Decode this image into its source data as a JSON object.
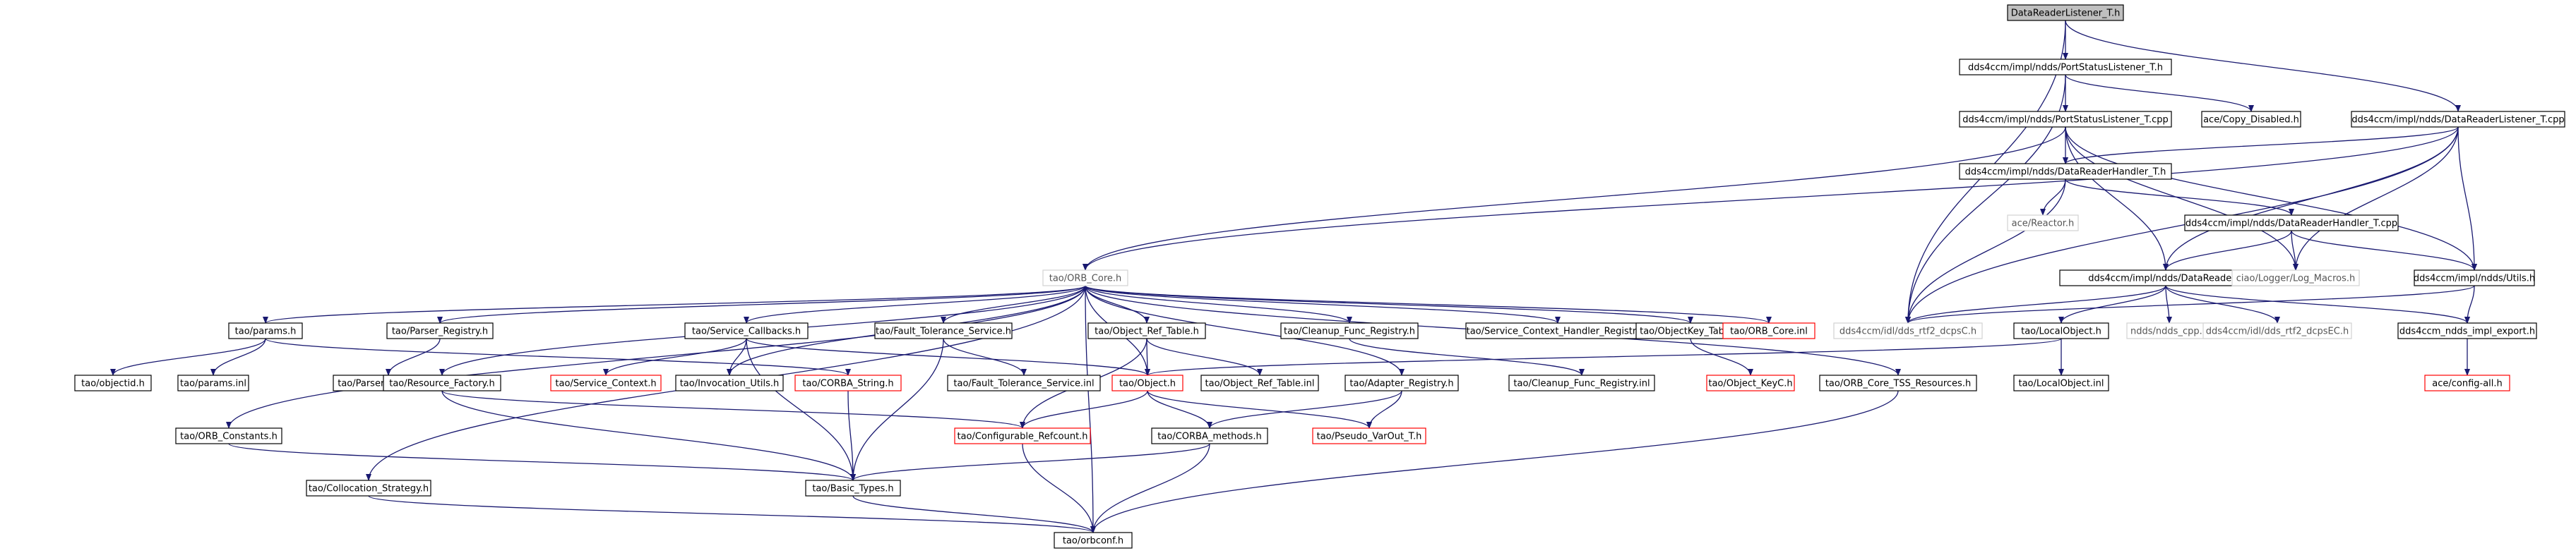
{
  "colors": {
    "edge": "#191970",
    "node_border": "#000000",
    "root_fill": "#bfbfbf",
    "undocumented_border": "#ff0000",
    "external_border": "#d3d3d3",
    "external_text": "#555555"
  },
  "nodes": [
    {
      "id": "n0",
      "label": "DataReaderListener_T.h",
      "kind": "root"
    },
    {
      "id": "n1",
      "label": "dds4ccm/impl/ndds/PortStatusListener_T.h",
      "kind": "normal"
    },
    {
      "id": "n2",
      "label": "dds4ccm/impl/ndds/DataReaderListener_T.cpp",
      "kind": "normal"
    },
    {
      "id": "n3",
      "label": "dds4ccm/impl/ndds/PortStatusListener_T.cpp",
      "kind": "normal"
    },
    {
      "id": "n4",
      "label": "ace/Copy_Disabled.h",
      "kind": "normal"
    },
    {
      "id": "n5",
      "label": "dds4ccm/impl/ndds/DataReaderHandler_T.h",
      "kind": "normal"
    },
    {
      "id": "n6",
      "label": "tao/ORB_Core.h",
      "kind": "external"
    },
    {
      "id": "n7",
      "label": "ace/Reactor.h",
      "kind": "external"
    },
    {
      "id": "n8",
      "label": "dds4ccm/impl/ndds/DataReaderHandler_T.cpp",
      "kind": "normal"
    },
    {
      "id": "n9",
      "label": "dds4ccm/impl/ndds/DataReader.h",
      "kind": "normal"
    },
    {
      "id": "n10",
      "label": "ciao/Logger/Log_Macros.h",
      "kind": "external"
    },
    {
      "id": "n11",
      "label": "dds4ccm/impl/ndds/Utils.h",
      "kind": "normal"
    },
    {
      "id": "n12",
      "label": "dds4ccm/idl/dds_rtf2_dcpsC.h",
      "kind": "external"
    },
    {
      "id": "n13",
      "label": "tao/LocalObject.h",
      "kind": "normal"
    },
    {
      "id": "n14",
      "label": "ndds/ndds_cpp.h",
      "kind": "external"
    },
    {
      "id": "n15",
      "label": "dds4ccm/idl/dds_rtf2_dcpsEC.h",
      "kind": "external"
    },
    {
      "id": "n16",
      "label": "dds4ccm_ndds_impl_export.h",
      "kind": "normal"
    },
    {
      "id": "n17",
      "label": "tao/LocalObject.inl",
      "kind": "normal"
    },
    {
      "id": "n18",
      "label": "ace/config-all.h",
      "kind": "red"
    },
    {
      "id": "n19",
      "label": "tao/params.h",
      "kind": "normal"
    },
    {
      "id": "n20",
      "label": "tao/Parser_Registry.h",
      "kind": "normal"
    },
    {
      "id": "n21",
      "label": "tao/Service_Callbacks.h",
      "kind": "normal"
    },
    {
      "id": "n22",
      "label": "tao/Fault_Tolerance_Service.h",
      "kind": "normal"
    },
    {
      "id": "n23",
      "label": "tao/Object_Ref_Table.h",
      "kind": "normal"
    },
    {
      "id": "n24",
      "label": "tao/Cleanup_Func_Registry.h",
      "kind": "normal"
    },
    {
      "id": "n25",
      "label": "tao/Service_Context_Handler_Registry.h",
      "kind": "normal"
    },
    {
      "id": "n26",
      "label": "tao/ObjectKey_Table.h",
      "kind": "normal"
    },
    {
      "id": "n27",
      "label": "tao/ORB_Core.inl",
      "kind": "red"
    },
    {
      "id": "n28",
      "label": "tao/objectid.h",
      "kind": "normal"
    },
    {
      "id": "n29",
      "label": "tao/params.inl",
      "kind": "normal"
    },
    {
      "id": "n30",
      "label": "tao/Parser_Registry.inl",
      "kind": "normal"
    },
    {
      "id": "n31",
      "label": "tao/Resource_Factory.h",
      "kind": "normal"
    },
    {
      "id": "n32",
      "label": "tao/Service_Context.h",
      "kind": "red"
    },
    {
      "id": "n33",
      "label": "tao/Invocation_Utils.h",
      "kind": "normal"
    },
    {
      "id": "n34",
      "label": "tao/CORBA_String.h",
      "kind": "red"
    },
    {
      "id": "n35",
      "label": "tao/Fault_Tolerance_Service.inl",
      "kind": "normal"
    },
    {
      "id": "n36",
      "label": "tao/Object.h",
      "kind": "red"
    },
    {
      "id": "n37",
      "label": "tao/Object_Ref_Table.inl",
      "kind": "normal"
    },
    {
      "id": "n38",
      "label": "tao/Adapter_Registry.h",
      "kind": "normal"
    },
    {
      "id": "n39",
      "label": "tao/Cleanup_Func_Registry.inl",
      "kind": "normal"
    },
    {
      "id": "n40",
      "label": "tao/Object_KeyC.h",
      "kind": "red"
    },
    {
      "id": "n41",
      "label": "tao/ORB_Core_TSS_Resources.h",
      "kind": "normal"
    },
    {
      "id": "n42",
      "label": "tao/ORB_Constants.h",
      "kind": "normal"
    },
    {
      "id": "n43",
      "label": "tao/Configurable_Refcount.h",
      "kind": "red"
    },
    {
      "id": "n44",
      "label": "tao/CORBA_methods.h",
      "kind": "normal"
    },
    {
      "id": "n45",
      "label": "tao/Pseudo_VarOut_T.h",
      "kind": "red"
    },
    {
      "id": "n46",
      "label": "tao/Collocation_Strategy.h",
      "kind": "normal"
    },
    {
      "id": "n47",
      "label": "tao/Basic_Types.h",
      "kind": "normal"
    },
    {
      "id": "n48",
      "label": "tao/orbconf.h",
      "kind": "normal"
    }
  ],
  "edges": [
    [
      "n0",
      "n1"
    ],
    [
      "n0",
      "n2"
    ],
    [
      "n0",
      "n12"
    ],
    [
      "n1",
      "n3"
    ],
    [
      "n1",
      "n4"
    ],
    [
      "n1",
      "n12"
    ],
    [
      "n2",
      "n5"
    ],
    [
      "n2",
      "n9"
    ],
    [
      "n2",
      "n10"
    ],
    [
      "n2",
      "n11"
    ],
    [
      "n2",
      "n12"
    ],
    [
      "n2",
      "n6"
    ],
    [
      "n3",
      "n6"
    ],
    [
      "n3",
      "n5"
    ],
    [
      "n3",
      "n9"
    ],
    [
      "n3",
      "n10"
    ],
    [
      "n3",
      "n11"
    ],
    [
      "n5",
      "n7"
    ],
    [
      "n5",
      "n8"
    ],
    [
      "n5",
      "n12"
    ],
    [
      "n8",
      "n9"
    ],
    [
      "n8",
      "n10"
    ],
    [
      "n8",
      "n11"
    ],
    [
      "n9",
      "n12"
    ],
    [
      "n9",
      "n13"
    ],
    [
      "n9",
      "n14"
    ],
    [
      "n9",
      "n15"
    ],
    [
      "n9",
      "n16"
    ],
    [
      "n11",
      "n12"
    ],
    [
      "n11",
      "n16"
    ],
    [
      "n13",
      "n17"
    ],
    [
      "n13",
      "n36"
    ],
    [
      "n16",
      "n18"
    ],
    [
      "n6",
      "n19"
    ],
    [
      "n6",
      "n20"
    ],
    [
      "n6",
      "n21"
    ],
    [
      "n6",
      "n22"
    ],
    [
      "n6",
      "n23"
    ],
    [
      "n6",
      "n24"
    ],
    [
      "n6",
      "n25"
    ],
    [
      "n6",
      "n26"
    ],
    [
      "n6",
      "n27"
    ],
    [
      "n6",
      "n31"
    ],
    [
      "n6",
      "n33"
    ],
    [
      "n6",
      "n36"
    ],
    [
      "n6",
      "n38"
    ],
    [
      "n6",
      "n41"
    ],
    [
      "n6",
      "n42"
    ],
    [
      "n6",
      "n46"
    ],
    [
      "n6",
      "n48"
    ],
    [
      "n19",
      "n28"
    ],
    [
      "n19",
      "n29"
    ],
    [
      "n19",
      "n34"
    ],
    [
      "n20",
      "n30"
    ],
    [
      "n21",
      "n32"
    ],
    [
      "n21",
      "n33"
    ],
    [
      "n21",
      "n36"
    ],
    [
      "n21",
      "n47"
    ],
    [
      "n22",
      "n35"
    ],
    [
      "n22",
      "n47"
    ],
    [
      "n23",
      "n36"
    ],
    [
      "n23",
      "n37"
    ],
    [
      "n23",
      "n43"
    ],
    [
      "n24",
      "n39"
    ],
    [
      "n26",
      "n40"
    ],
    [
      "n31",
      "n43"
    ],
    [
      "n31",
      "n47"
    ],
    [
      "n34",
      "n47"
    ],
    [
      "n36",
      "n43"
    ],
    [
      "n36",
      "n44"
    ],
    [
      "n36",
      "n45"
    ],
    [
      "n38",
      "n44"
    ],
    [
      "n38",
      "n45"
    ],
    [
      "n41",
      "n48"
    ],
    [
      "n42",
      "n47"
    ],
    [
      "n43",
      "n48"
    ],
    [
      "n44",
      "n47"
    ],
    [
      "n44",
      "n48"
    ],
    [
      "n46",
      "n48"
    ],
    [
      "n47",
      "n48"
    ]
  ]
}
